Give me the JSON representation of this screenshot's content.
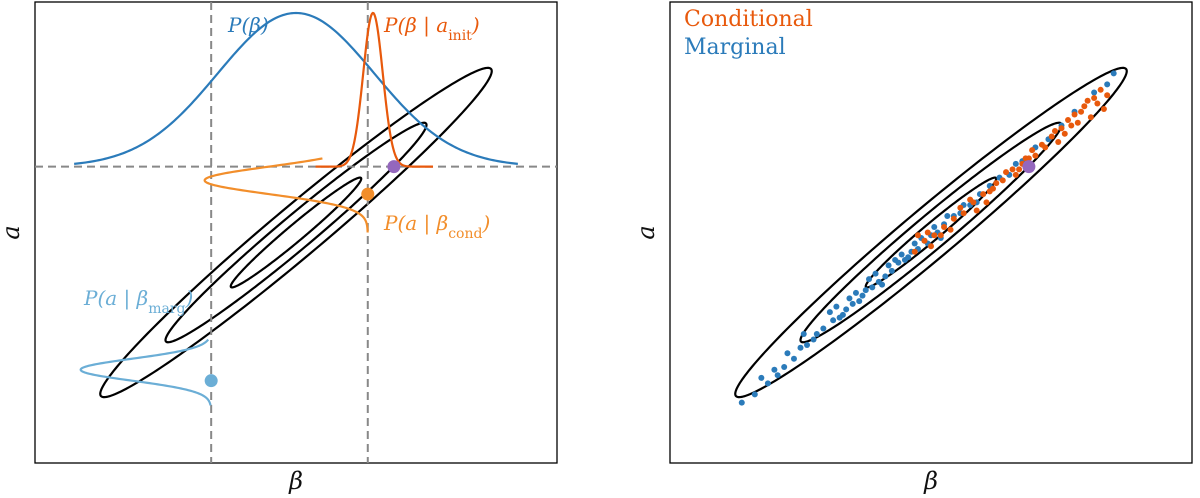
{
  "colors": {
    "marginal_blue": "#2b7bba",
    "conditional_orange": "#e8590c",
    "light_orange": "#f28e2b",
    "light_blue": "#6baed6",
    "current_point": "#9467bd",
    "guide": "#888888",
    "contour": "#000000"
  },
  "chart_data": [
    {
      "type": "scatter",
      "panel": "left",
      "xlabel": "β",
      "ylabel": "a",
      "ticks": "none",
      "grid": false,
      "xlim": [
        -4,
        4
      ],
      "ylim": [
        -4.2,
        4.2
      ],
      "contours": {
        "rho": 0.98,
        "levels": [
          1,
          2,
          3
        ]
      },
      "guides": {
        "beta_marg": -1.3,
        "beta_cond": 1.1,
        "a_init": 1.2
      },
      "points": {
        "current": {
          "x": 1.5,
          "y": 1.2
        },
        "conditional_draw": {
          "x": 1.1,
          "y": 0.7
        },
        "marginal_draw": {
          "x": -1.3,
          "y": -2.7
        }
      },
      "curves": {
        "marginal_beta": {
          "center": 0,
          "sd": 1.2
        },
        "conditional_beta": {
          "center": 1.18,
          "sd": 0.15
        },
        "conditional_a_given_beta_cond": {
          "center": 0.95,
          "sd": 0.25
        },
        "marginal_a_given_beta_marg": {
          "center": -2.5,
          "sd": 0.2
        }
      },
      "annotations": {
        "p_beta": "P(β)",
        "p_beta_given_ainit": {
          "main": "P(β | a",
          "sub": "init",
          "close": ")"
        },
        "p_a_given_beta_cond": {
          "main": "P(a | β",
          "sub": "cond",
          "close": ")"
        },
        "p_a_given_beta_marg": {
          "main": "P(a | β",
          "sub": "marg",
          "close": ")"
        }
      }
    },
    {
      "type": "scatter",
      "panel": "right",
      "xlabel": "β",
      "ylabel": "a",
      "ticks": "none",
      "grid": false,
      "xlim": [
        -4,
        4
      ],
      "ylim": [
        -4.2,
        4.2
      ],
      "legend": {
        "placement": "top-left",
        "entries": [
          "Conditional",
          "Marginal"
        ]
      },
      "contours": {
        "rho": 0.98,
        "levels": [
          1,
          2,
          3
        ]
      },
      "current_point": {
        "x": 1.5,
        "y": 1.2
      },
      "series": [
        {
          "name": "Conditional",
          "color": "#e8590c",
          "points": [
            [
              2.1,
              2.05
            ],
            [
              2.35,
              2.3
            ],
            [
              2.55,
              2.35
            ],
            [
              2.7,
              2.5
            ],
            [
              2.45,
              2.1
            ],
            [
              2.25,
              2.0
            ],
            [
              2.0,
              1.9
            ],
            [
              1.85,
              1.75
            ],
            [
              1.7,
              1.6
            ],
            [
              1.55,
              1.5
            ],
            [
              1.4,
              1.25
            ],
            [
              1.25,
              1.15
            ],
            [
              1.1,
              0.95
            ],
            [
              0.95,
              0.8
            ],
            [
              0.8,
              0.7
            ],
            [
              0.65,
              0.55
            ],
            [
              0.5,
              0.35
            ],
            [
              0.35,
              0.25
            ],
            [
              0.2,
              0.1
            ],
            [
              0.05,
              -0.05
            ],
            [
              -0.1,
              -0.15
            ],
            [
              -0.25,
              -0.35
            ],
            [
              1.6,
              1.4
            ],
            [
              1.45,
              1.35
            ],
            [
              1.9,
              1.85
            ],
            [
              2.05,
              1.8
            ],
            [
              0.7,
              0.4
            ],
            [
              0.45,
              0.45
            ],
            [
              0.9,
              0.75
            ],
            [
              1.3,
              1.05
            ],
            [
              1.75,
              1.55
            ],
            [
              2.2,
              2.15
            ],
            [
              2.4,
              2.4
            ],
            [
              2.6,
              2.6
            ],
            [
              2.65,
              2.25
            ],
            [
              0.15,
              -0.05
            ],
            [
              -0.05,
              0.0
            ],
            [
              1.0,
              0.9
            ],
            [
              1.95,
              1.65
            ],
            [
              1.15,
              1.1
            ],
            [
              0.6,
              0.6
            ],
            [
              0.3,
              0.05
            ],
            [
              1.5,
              1.35
            ],
            [
              2.15,
              1.95
            ],
            [
              0.85,
              0.55
            ],
            [
              0.0,
              -0.25
            ],
            [
              -0.2,
              -0.05
            ],
            [
              1.35,
              1.15
            ],
            [
              2.3,
              2.2
            ],
            [
              2.5,
              2.45
            ]
          ]
        },
        {
          "name": "Marginal",
          "color": "#2b7bba",
          "points": [
            [
              -2.9,
              -3.1
            ],
            [
              -2.7,
              -2.95
            ],
            [
              -2.5,
              -2.75
            ],
            [
              -2.4,
              -2.5
            ],
            [
              -2.25,
              -2.45
            ],
            [
              -2.1,
              -2.3
            ],
            [
              -2.0,
              -2.1
            ],
            [
              -1.9,
              -2.05
            ],
            [
              -1.8,
              -1.95
            ],
            [
              -1.65,
              -1.75
            ],
            [
              -1.5,
              -1.6
            ],
            [
              -1.4,
              -1.55
            ],
            [
              -1.3,
              -1.4
            ],
            [
              -1.2,
              -1.3
            ],
            [
              -1.1,
              -1.25
            ],
            [
              -1.0,
              -1.05
            ],
            [
              -0.9,
              -1.0
            ],
            [
              -0.8,
              -0.9
            ],
            [
              -0.7,
              -0.8
            ],
            [
              -0.6,
              -0.7
            ],
            [
              -0.5,
              -0.55
            ],
            [
              -0.4,
              -0.5
            ],
            [
              -0.3,
              -0.35
            ],
            [
              -0.2,
              -0.3
            ],
            [
              -0.1,
              -0.15
            ],
            [
              0.0,
              -0.05
            ],
            [
              0.1,
              0.0
            ],
            [
              0.2,
              0.15
            ],
            [
              0.35,
              0.3
            ],
            [
              0.5,
              0.5
            ],
            [
              0.6,
              0.5
            ],
            [
              0.75,
              0.7
            ],
            [
              0.9,
              0.85
            ],
            [
              1.05,
              1.0
            ],
            [
              1.2,
              1.05
            ],
            [
              1.4,
              1.3
            ],
            [
              1.6,
              1.55
            ],
            [
              1.8,
              1.7
            ],
            [
              2.0,
              1.95
            ],
            [
              2.2,
              2.2
            ],
            [
              2.5,
              2.55
            ],
            [
              2.8,
              2.9
            ],
            [
              2.7,
              2.7
            ],
            [
              -1.55,
              -1.45
            ],
            [
              -1.35,
              -1.5
            ],
            [
              -1.15,
              -1.1
            ],
            [
              -0.95,
              -0.85
            ],
            [
              -0.75,
              -0.95
            ],
            [
              -0.55,
              -0.5
            ],
            [
              -0.35,
              -0.45
            ],
            [
              -0.15,
              -0.1
            ],
            [
              0.05,
              0.1
            ],
            [
              0.25,
              0.3
            ],
            [
              0.45,
              0.35
            ],
            [
              -2.2,
              -2.2
            ],
            [
              -1.95,
              -1.85
            ],
            [
              -1.75,
              -1.85
            ],
            [
              -1.45,
              -1.35
            ],
            [
              -1.25,
              -1.2
            ],
            [
              -1.05,
              -1.15
            ],
            [
              -0.85,
              -0.75
            ],
            [
              -0.65,
              -0.6
            ],
            [
              -0.45,
              -0.4
            ],
            [
              -0.25,
              -0.2
            ],
            [
              1.3,
              1.25
            ],
            [
              0.15,
              -0.1
            ],
            [
              -2.6,
              -2.65
            ],
            [
              -2.35,
              -2.6
            ],
            [
              -0.05,
              -0.2
            ],
            [
              0.7,
              0.55
            ]
          ]
        }
      ]
    }
  ]
}
